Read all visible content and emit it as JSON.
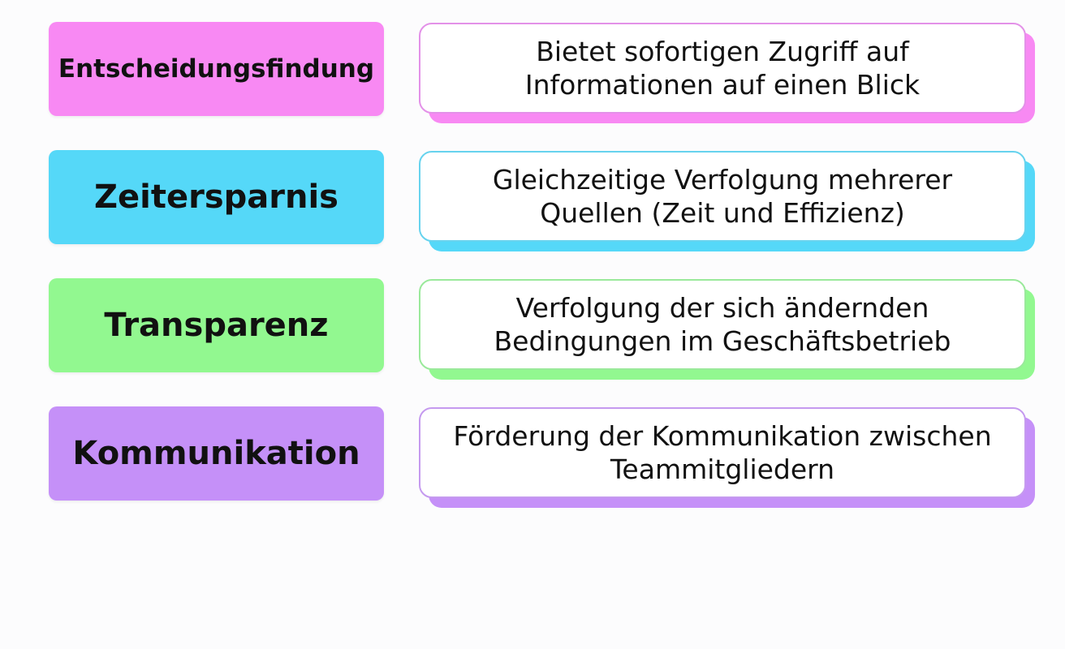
{
  "items": [
    {
      "label": "Entscheidungsfindung",
      "line1": "Bietet sofortigen Zugriff auf",
      "line2": "Informationen auf einen Blick",
      "color": "#f889f3",
      "border": "#e391e8"
    },
    {
      "label": "Zeitersparnis",
      "line1": "Gleichzeitige Verfolgung mehrerer",
      "line2": "Quellen (Zeit und Effizienz)",
      "color": "#55d8f8",
      "border": "#67d3ee"
    },
    {
      "label": "Transparenz",
      "line1": "Verfolgung der sich ändernden",
      "line2": "Bedingungen im Geschäftsbetrieb",
      "color": "#92f890",
      "border": "#9ae99b"
    },
    {
      "label": "Kommunikation",
      "line1": "Förderung der Kommunikation zwischen",
      "line2": "Teammitgliedern",
      "color": "#c590f8",
      "border": "#c59aef"
    }
  ]
}
